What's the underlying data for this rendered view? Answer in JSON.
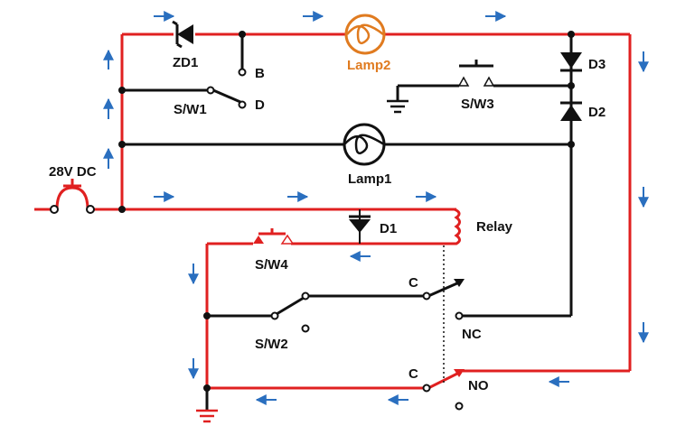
{
  "colors": {
    "live": "#e02020",
    "neutral": "#111111",
    "lamp": "#e07b20",
    "arrow": "#2a6fbf"
  },
  "labels": {
    "supply": "28V DC",
    "zd1": "ZD1",
    "b": "B",
    "d": "D",
    "sw1": "S/W1",
    "lamp2": "Lamp2",
    "lamp1": "Lamp1",
    "sw3": "S/W3",
    "d3": "D3",
    "d2": "D2",
    "d1": "D1",
    "relay": "Relay",
    "sw4": "S/W4",
    "sw2": "S/W2",
    "c_top": "C",
    "nc": "NC",
    "c_bottom": "C",
    "no": "NO"
  },
  "icons": {
    "zener": "zener-diode-icon",
    "diode": "diode-icon",
    "lamp": "lamp-icon",
    "ground": "ground-icon",
    "pushbutton": "push-button-icon",
    "coil": "relay-coil-icon",
    "flow": "current-arrow-icon"
  }
}
